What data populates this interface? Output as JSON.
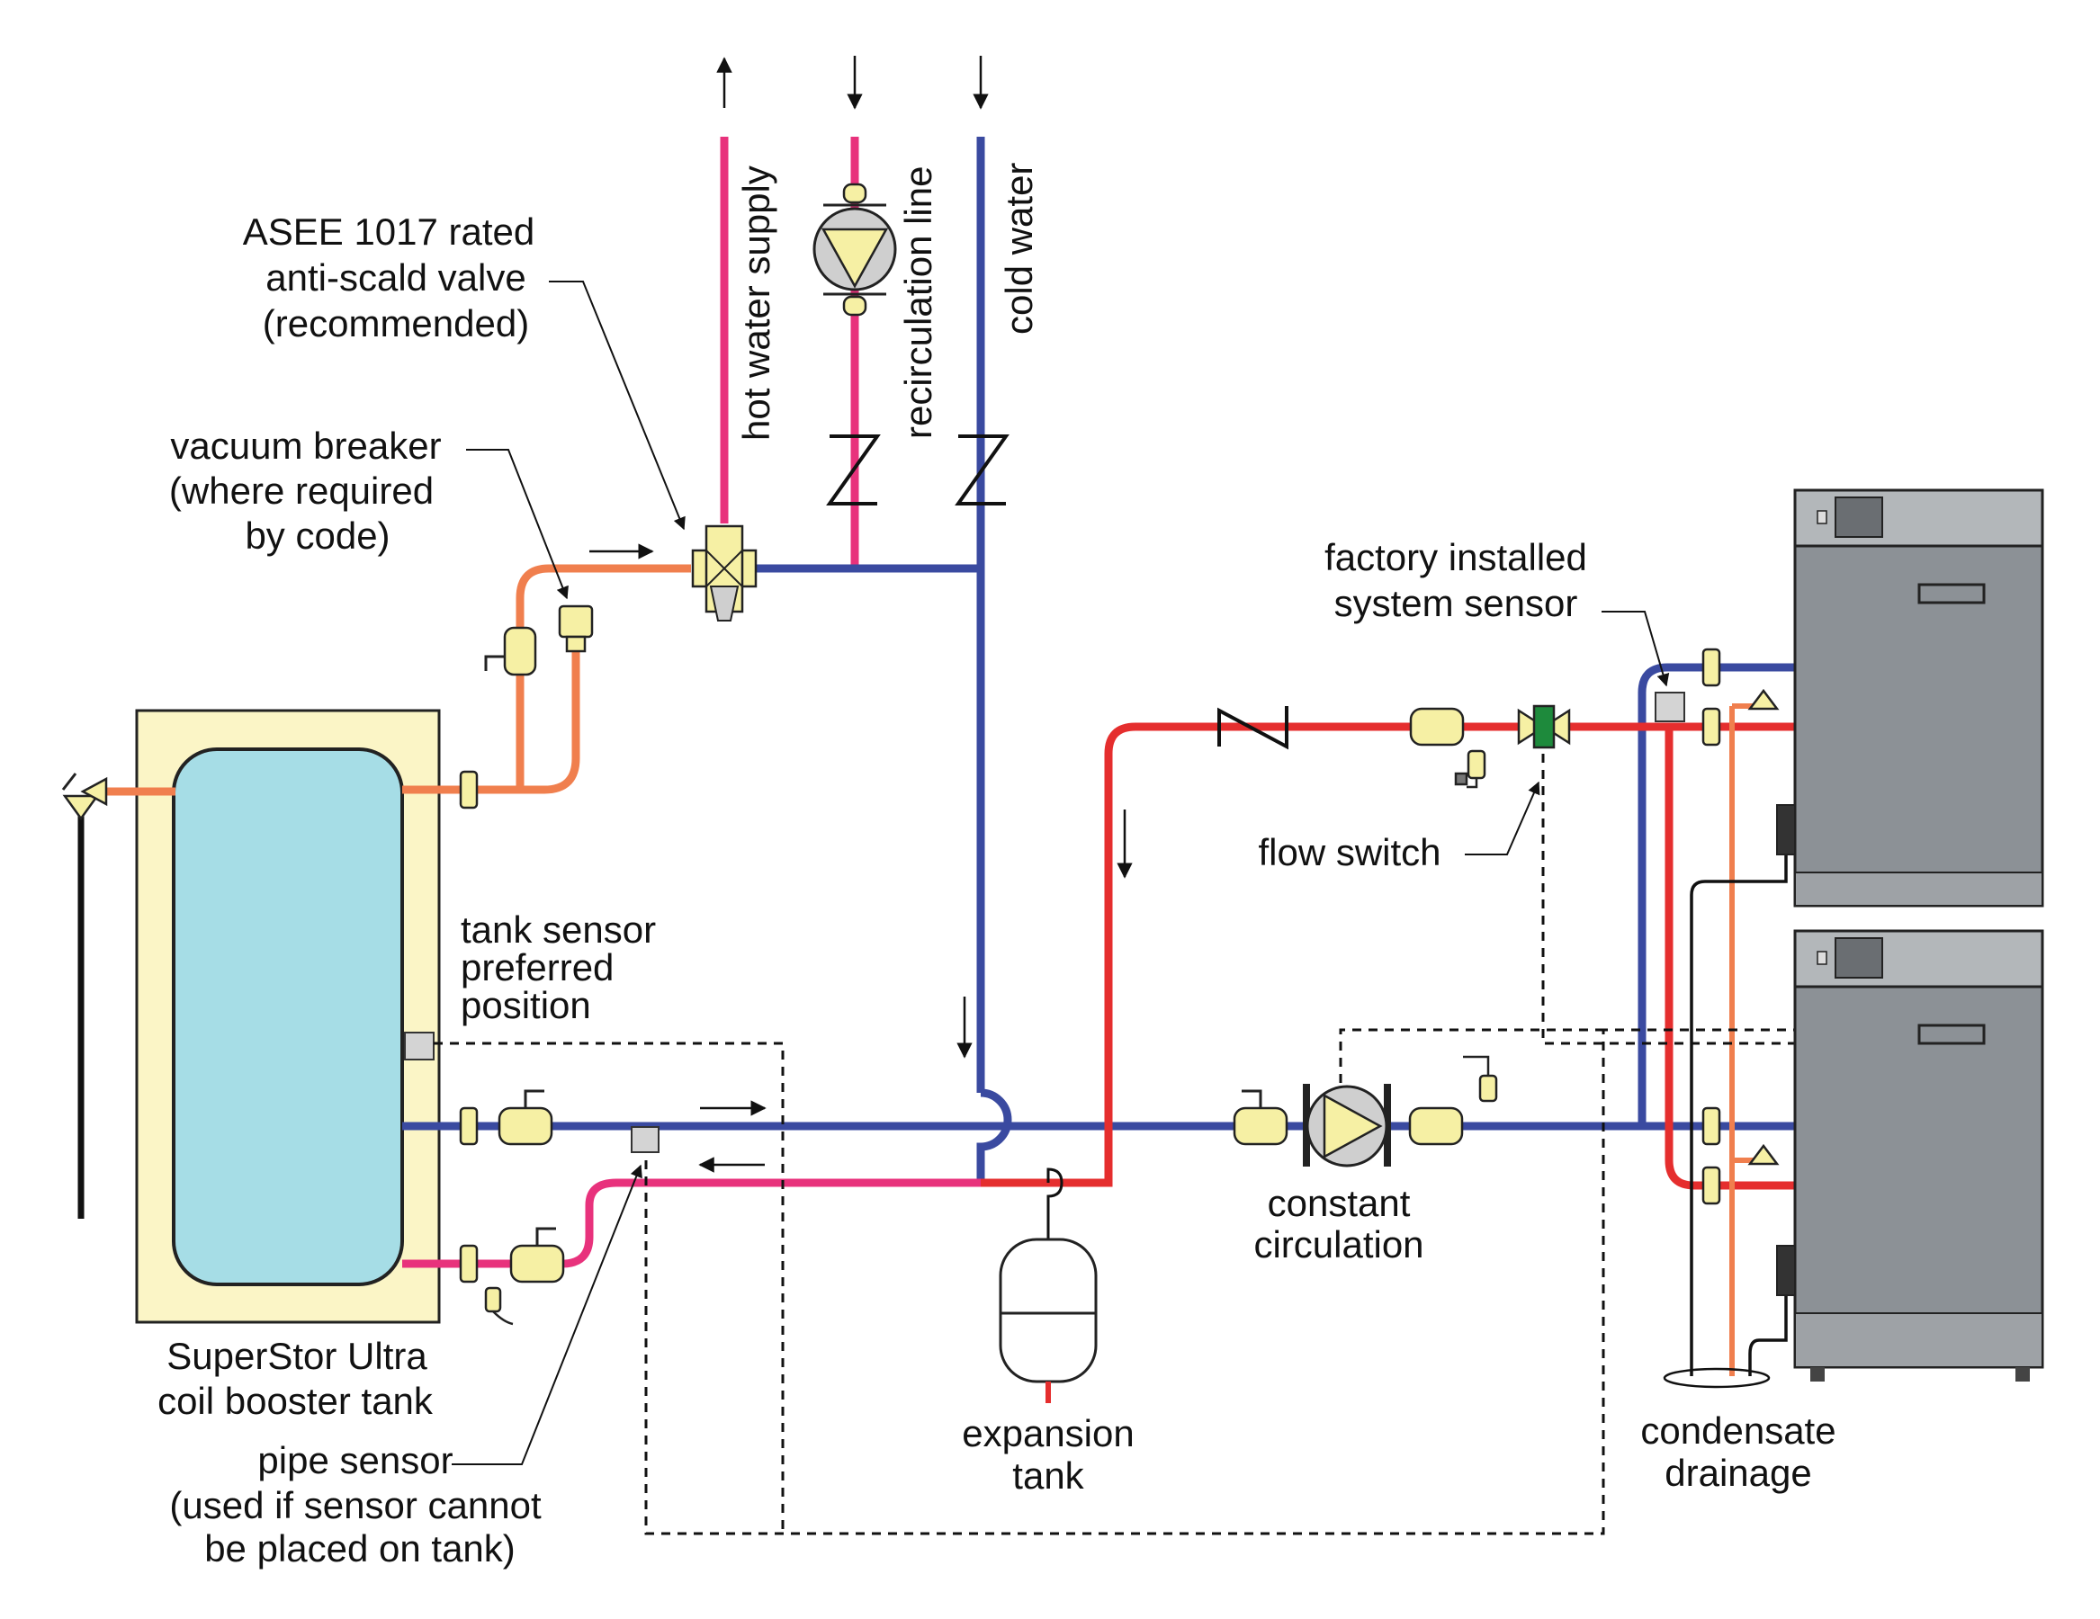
{
  "labels": {
    "anti_scald": [
      "ASEE 1017 rated",
      "anti-scald valve",
      "(recommended)"
    ],
    "vacuum_breaker": [
      "vacuum breaker",
      "(where required",
      "by code)"
    ],
    "hot_water_supply": "hot water supply",
    "recirculation_line": "recirculation line",
    "cold_water": "cold water",
    "factory_sensor": [
      "factory installed",
      "system sensor"
    ],
    "flow_switch": "flow switch",
    "tank_sensor": [
      "tank sensor",
      "preferred",
      "position"
    ],
    "constant_circulation": [
      "constant",
      "circulation"
    ],
    "tank_name": [
      "SuperStor Ultra",
      "coil booster tank"
    ],
    "expansion_tank": [
      "expansion",
      "tank"
    ],
    "condensate_drainage": [
      "condensate",
      "drainage"
    ],
    "pipe_sensor": [
      "pipe sensor",
      "(used if sensor cannot",
      "be placed on tank)"
    ]
  },
  "colors": {
    "hot": "#e8327c",
    "cold": "#3a4aa0",
    "boiler_supply": "#e52e2e",
    "relief": "#f07f4e",
    "fitting": "#f6f0a4",
    "tank_shell": "#fbf5c6",
    "tank_inner": "#a6dde6",
    "boiler_body": "#8c9196",
    "flow_switch": "#1e8a3c"
  }
}
